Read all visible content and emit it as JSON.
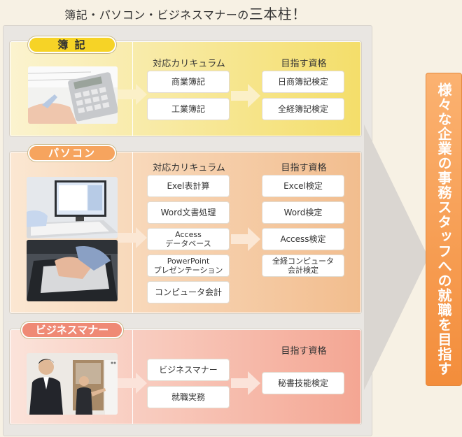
{
  "headline": {
    "prefix": "簿記・パソコン・ビジネスマナーの",
    "emph": "三本柱！"
  },
  "goal": "様々な企業の事務スタッフへの就職を目指す",
  "boki": {
    "tag": "簿 記",
    "curriculum_head": "対応カリキュラム",
    "qual_head": "目指す資格",
    "curriculum": [
      "商業簿記",
      "工業簿記"
    ],
    "quals": [
      "日商簿記検定",
      "全経簿記検定"
    ]
  },
  "pc": {
    "tag": "パソコン",
    "curriculum_head": "対応カリキュラム",
    "qual_head": "目指す資格",
    "curriculum": [
      "Exel表計算",
      "Word文書処理",
      "Access\nデータベース",
      "PowerPoint\nプレゼンテーション",
      "コンピュータ会計"
    ],
    "quals": [
      "Excel検定",
      "Word検定",
      "Access検定",
      "全経コンピュータ\n会計検定"
    ]
  },
  "manner": {
    "tag": "ビジネスマナー",
    "qual_head": "目指す資格",
    "curriculum": [
      "ビジネスマナー",
      "就職実務"
    ],
    "quals": [
      "秘書技能検定"
    ]
  }
}
